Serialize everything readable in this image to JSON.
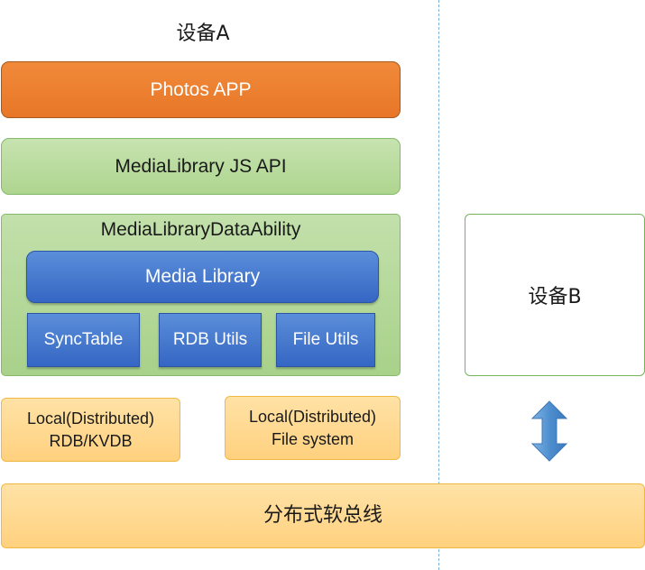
{
  "device_a": {
    "title": "设备A"
  },
  "layers": {
    "photos_app": "Photos APP",
    "js_api": "MediaLibrary JS API",
    "data_ability": {
      "title": "MediaLibraryDataAbility",
      "media_library": "Media Library",
      "modules": [
        "SyncTable",
        "RDB Utils",
        "File Utils"
      ]
    },
    "storage": {
      "rdb_line1": "Local(Distributed)",
      "rdb_line2": "RDB/KVDB",
      "file_line1": "Local(Distributed)",
      "file_line2": "File system"
    },
    "bus": "分布式软总线"
  },
  "device_b": {
    "title": "设备B"
  },
  "colors": {
    "photos_app": "#ed7d31",
    "green_layer": "#a9d18e",
    "blue_module": "#4472c4",
    "storage": "#ffd966",
    "divider": "#7fb2d6",
    "arrow": "#5b9bd5"
  },
  "icons": {
    "sync_arrow": "double-vertical-arrow-icon"
  }
}
